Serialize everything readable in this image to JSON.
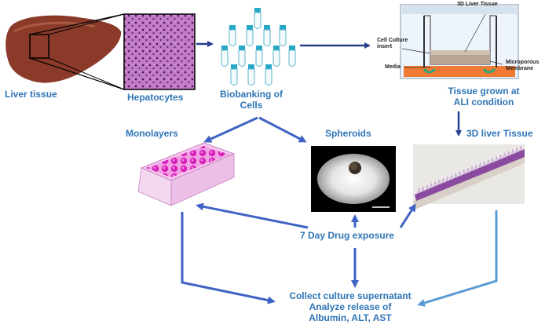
{
  "labels": {
    "liver_tissue": "Liver tissue",
    "hepatocytes": "Hepatocytes",
    "biobanking_line1": "Biobanking of",
    "biobanking_line2": "Cells",
    "tissue_grown_line1": "Tissue grown at",
    "tissue_grown_line2": "ALI condition",
    "monolayers": "Monolayers",
    "spheroids": "Spheroids",
    "liver_3d": "3D liver Tissue",
    "drug_exposure": "7 Day Drug exposure",
    "collect_line1": "Collect culture supernatant",
    "collect_line2": "Analyze release of",
    "collect_line3": "Albumin, ALT, AST"
  },
  "insert_labels": {
    "tissue_3d": "3D Liver Tissue",
    "cell_culture_line1": "Cell Culture",
    "cell_culture_line2": "insert",
    "media": "Media",
    "membrane_line1": "Microporous",
    "membrane_line2": "Membrane"
  },
  "colors": {
    "label_blue": "#2e75b6",
    "arrow_dark": "#2b3f8f",
    "arrow_mid": "#3f63c4",
    "arrow_light": "#5b9bd5",
    "liver": "#8b3a2a",
    "histology": "#b066b8",
    "plate_pink": "#e040c8",
    "tube_cyan": "#27a8c8"
  }
}
